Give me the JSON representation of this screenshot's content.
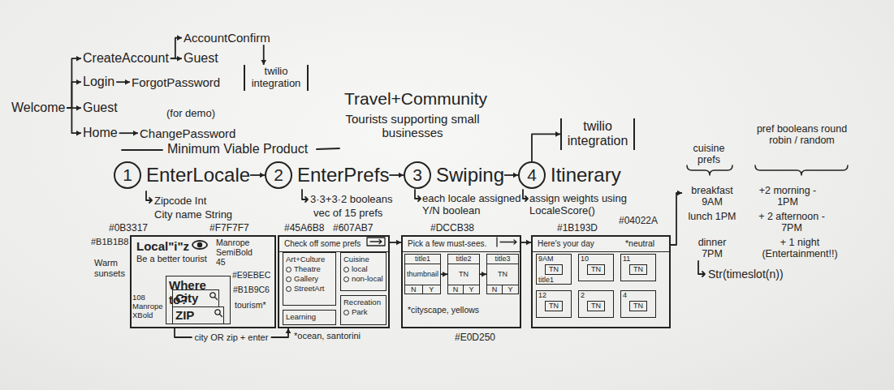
{
  "diagram": {
    "title": "Travel+Community",
    "nodes": [
      {
        "text": [
          "Welcome"
        ]
      },
      {
        "text": [
          "CreateAccount"
        ]
      },
      {
        "text": [
          "AccountConfirm"
        ]
      },
      {
        "text": [
          "Guest"
        ]
      },
      {
        "text": [
          "twilio integration"
        ]
      },
      {
        "text": [
          "Login"
        ]
      },
      {
        "text": [
          "ForgotPassword"
        ]
      },
      {
        "text": [
          "Guest"
        ]
      },
      {
        "text": [
          "Home"
        ]
      },
      {
        "text": [
          "ChangePassword"
        ]
      },
      {
        "text": [
          "1",
          "EnterLocale"
        ]
      },
      {
        "text": [
          "2",
          "EnterPrefs"
        ]
      },
      {
        "text": [
          "3",
          "Swiping"
        ]
      },
      {
        "text": [
          "4",
          "Itinerary"
        ]
      },
      {
        "text": [
          "twilio integration"
        ]
      },
      {
        "text": [
          "Local\"i\"z",
          "Be a better tourist"
        ]
      },
      {
        "text": [
          "Where to?"
        ],
        "in": 15
      },
      {
        "text": [
          "City"
        ],
        "in": 16
      },
      {
        "text": [
          "ZIP"
        ],
        "in": 16
      },
      {
        "text": [
          "Check off some prefs"
        ]
      },
      {
        "text": [
          "Art+Culture",
          "Theatre",
          "Gallery",
          "StreetArt"
        ],
        "in": 19
      },
      {
        "text": [
          "Cuisine",
          "local",
          "non-local"
        ],
        "in": 19
      },
      {
        "text": [
          "Learning"
        ],
        "in": 19
      },
      {
        "text": [
          "Recreation",
          "Park"
        ],
        "in": 19
      },
      {
        "text": [
          "Pick a few must-sees."
        ]
      },
      {
        "text": [
          "title1",
          "thumbnail",
          "N",
          "Y"
        ],
        "in": 24
      },
      {
        "text": [
          "title2",
          "TN",
          "N",
          "Y"
        ],
        "in": 24
      },
      {
        "text": [
          "title3",
          "TN",
          "N",
          "Y"
        ],
        "in": 24
      },
      {
        "text": [
          "Here's your day"
        ]
      },
      {
        "text": [
          "9AM",
          "TN",
          "title1"
        ],
        "in": 28
      },
      {
        "text": [
          "10",
          "TN"
        ],
        "in": 28
      },
      {
        "text": [
          "11",
          "TN"
        ],
        "in": 28
      },
      {
        "text": [
          "12",
          "TN"
        ],
        "in": 28
      },
      {
        "text": [
          "2",
          "TN"
        ],
        "in": 28
      },
      {
        "text": [
          "4",
          "TN"
        ],
        "in": 28
      },
      {
        "text": [
          "cuisine prefs",
          "pref booleans round robin / random",
          "breakfast 9AM",
          "+2 morning - 1PM",
          "lunch 1PM",
          "+ 2 afternoon - 7PM",
          "dinner 7PM",
          "+ 1 night (Entertainment!!)"
        ]
      }
    ],
    "edges": [
      {
        "from": 0,
        "to": 1,
        "arrow": "to"
      },
      {
        "from": 0,
        "to": 5,
        "arrow": "to"
      },
      {
        "from": 0,
        "to": 7,
        "arrow": "to"
      },
      {
        "from": 0,
        "to": 8,
        "arrow": "to"
      },
      {
        "from": 1,
        "to": 2,
        "arrow": "to"
      },
      {
        "from": 1,
        "to": 3,
        "arrow": "to"
      },
      {
        "from": 2,
        "to": 4,
        "arrow": "to"
      },
      {
        "from": 5,
        "to": 6,
        "arrow": "to"
      },
      {
        "from": 8,
        "to": 9,
        "arrow": "to"
      },
      {
        "from": 10,
        "to": 11,
        "arrow": "to"
      },
      {
        "from": 11,
        "to": 12,
        "arrow": "to"
      },
      {
        "from": 12,
        "to": 13,
        "arrow": "to"
      },
      {
        "from": 13,
        "to": 14,
        "arrow": "to"
      },
      {
        "from": 15,
        "to": 19,
        "label": "city OR zip + enter",
        "arrow": "to"
      },
      {
        "from": 19,
        "to": 24,
        "arrow": "to"
      },
      {
        "from": 24,
        "to": 28,
        "arrow": "to"
      },
      {
        "from": 25,
        "to": 26,
        "arrow": "to"
      },
      {
        "from": 26,
        "to": 27,
        "arrow": "to"
      },
      {
        "from": 28,
        "to": 35,
        "arrow": "to"
      }
    ],
    "labels": [
      "(for demo)",
      "Minimum Viable Product",
      "Tourists supporting small businesses",
      "Zipcode Int",
      "City name String",
      "3·3+3·2 booleans",
      "vec of 15 prefs",
      "each locale assigned Y/N boolean",
      "assign weights using LocaleScore()",
      "#0B3317",
      "#F7F7F7",
      "#B1B1B8",
      "Warm sunsets",
      "Manrope SemiBold 45",
      "#E9EBEC",
      "#B1B9C6",
      "tourism*",
      "108 Manrope XBold",
      "#45A6B8",
      "#607AB7",
      "*ocean, santorini",
      "#DCCB38",
      "*cityscape, yellows",
      "#E0D250",
      "#1B193D",
      "#04022A",
      "*neutral",
      "Str(timeslot(n))"
    ]
  }
}
